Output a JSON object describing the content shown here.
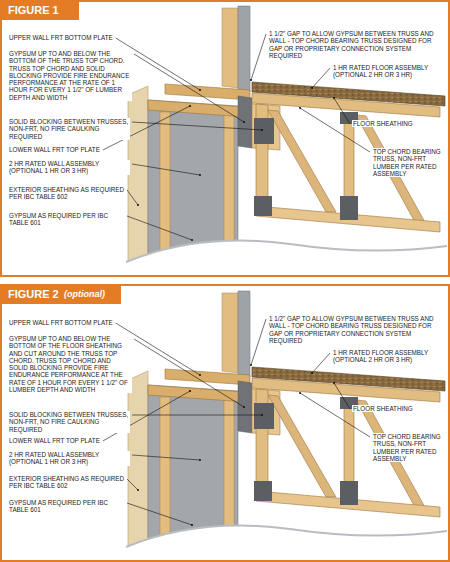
{
  "diagram": {
    "labels": [
      "FIGURE 1",
      "UPPER WALL FRT BOTTOM PLATE",
      "GYPSUM UP TO AND BELOW THE BOTTOM OF THE TRUSS TOP CHORD. TRUSS TOP CHORD AND SOLID BLOCKING PROVIDE FIRE ENDURANCE PERFORMANCE AT THE RATE OF 1 HOUR FOR EVERY 1 1/2\" OF LUMBER DEPTH AND WIDTH",
      "SOLID BLOCKING BETWEEN TRUSSES, NON-FRT, NO FIRE CAULKING REQUIRED",
      "LOWER WALL FRT TOP PLATE",
      "2 HR RATED WALL ASSEMBLY (OPTIONAL 1 HR OR 3 HR)",
      "EXTERIOR SHEATHING AS REQUIRED PER IBC TABLE 602",
      "GYPSUM AS REQUIRED PER IBC TABLE 601",
      "1 1/2\" GAP TO ALLOW GYPSUM BETWEEN TRUSS AND WALL - TOP CHORD BEARING TRUSS DESIGNED FOR GAP OR PROPRIETARY CONNECTION SYSTEM REQUIRED",
      "1 HR RATED FLOOR ASSEMBLY (OPTIONAL 2 HR OR 3 HR)",
      "FLOOR SHEATHING",
      "TOP CHORD BEARING TRUSS, NON-FRT LUMBER PER RATED ASSEMBLY",
      "FIGURE 2",
      "(optional)",
      "UPPER WALL FRT BOTTOM PLATE",
      "GYPSUM UP TO AND BELOW THE BOTTOM OF THE FLOOR SHEATHING AND CUT AROUND THE TRUSS TOP CHORD. TRUSS TOP CHORD AND SOLID BLOCKING PROVIDE FIRE ENDURANCE PERFORMANCE AT THE RATE OF 1 HOUR FOR EVERY 1 1/2\" OF LUMBER DEPTH AND WIDTH",
      "SOLID BLOCKING BETWEEN TRUSSES, NON-FRT, NO FIRE CAULKING REQUIRED",
      "LOWER WALL FRT TOP PLATE",
      "2 HR RATED WALL ASSEMBLY (OPTIONAL 1 HR OR 3 HR)",
      "EXTERIOR SHEATHING AS REQUIRED PER IBC TABLE 602",
      "GYPSUM AS REQUIRED PER IBC TABLE 601",
      "1 1/2\" GAP TO ALLOW GYPSUM BETWEEN TRUSS AND WALL - TOP CHORD BEARING TRUSS DESIGNED FOR GAP OR PROPRIETARY CONNECTION SYSTEM REQUIRED",
      "1 HR RATED FLOOR ASSEMBLY (OPTIONAL 2 HR OR 3 HR)",
      "FLOOR SHEATHING",
      "TOP CHORD BEARING TRUSS, NON-FRT LUMBER PER RATED ASSEMBLY"
    ]
  }
}
